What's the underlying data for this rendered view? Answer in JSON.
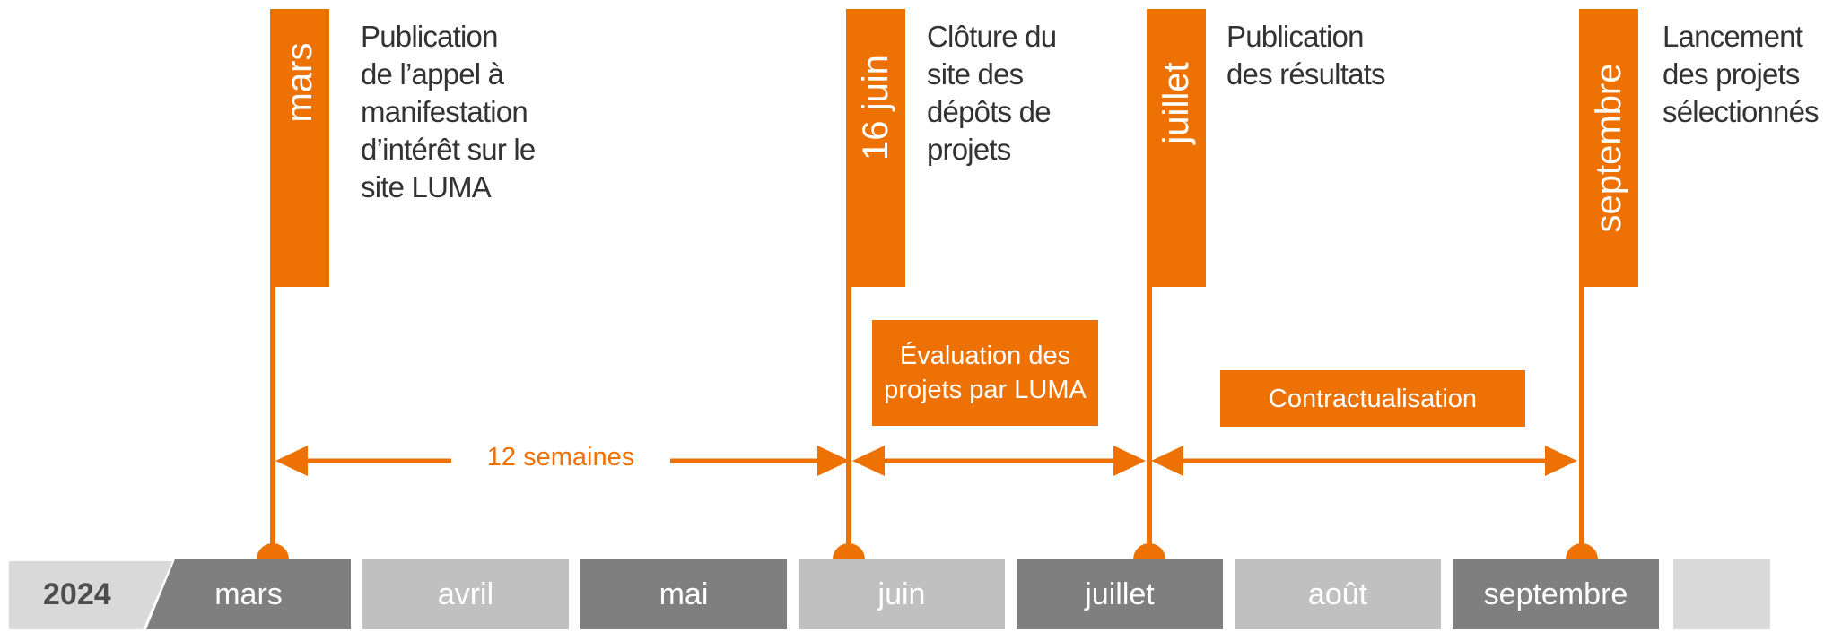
{
  "year": "2024",
  "months": [
    "mars",
    "avril",
    "mai",
    "juin",
    "juillet",
    "août",
    "septembre"
  ],
  "milestones": [
    {
      "date": "mars",
      "text": "Publication\nde l’appel à\nmanifestation\nd’intérêt sur le\nsite LUMA"
    },
    {
      "date": "16 juin",
      "text": "Clôture du\nsite des\ndépôts de\nprojets"
    },
    {
      "date": "juillet",
      "text": "Publication\ndes résultats"
    },
    {
      "date": "septembre",
      "text": "Lancement\ndes projets\nsélectionnés"
    }
  ],
  "phases": [
    {
      "label": "Évaluation des\nprojets par LUMA"
    },
    {
      "label": "Contractualisation"
    }
  ],
  "duration_label": "12 semaines",
  "colors": {
    "accent": "#ee7203",
    "month_dark": "#7f7f7f",
    "month_light": "#c0c0c0",
    "year_bg": "#d9d9d9"
  }
}
